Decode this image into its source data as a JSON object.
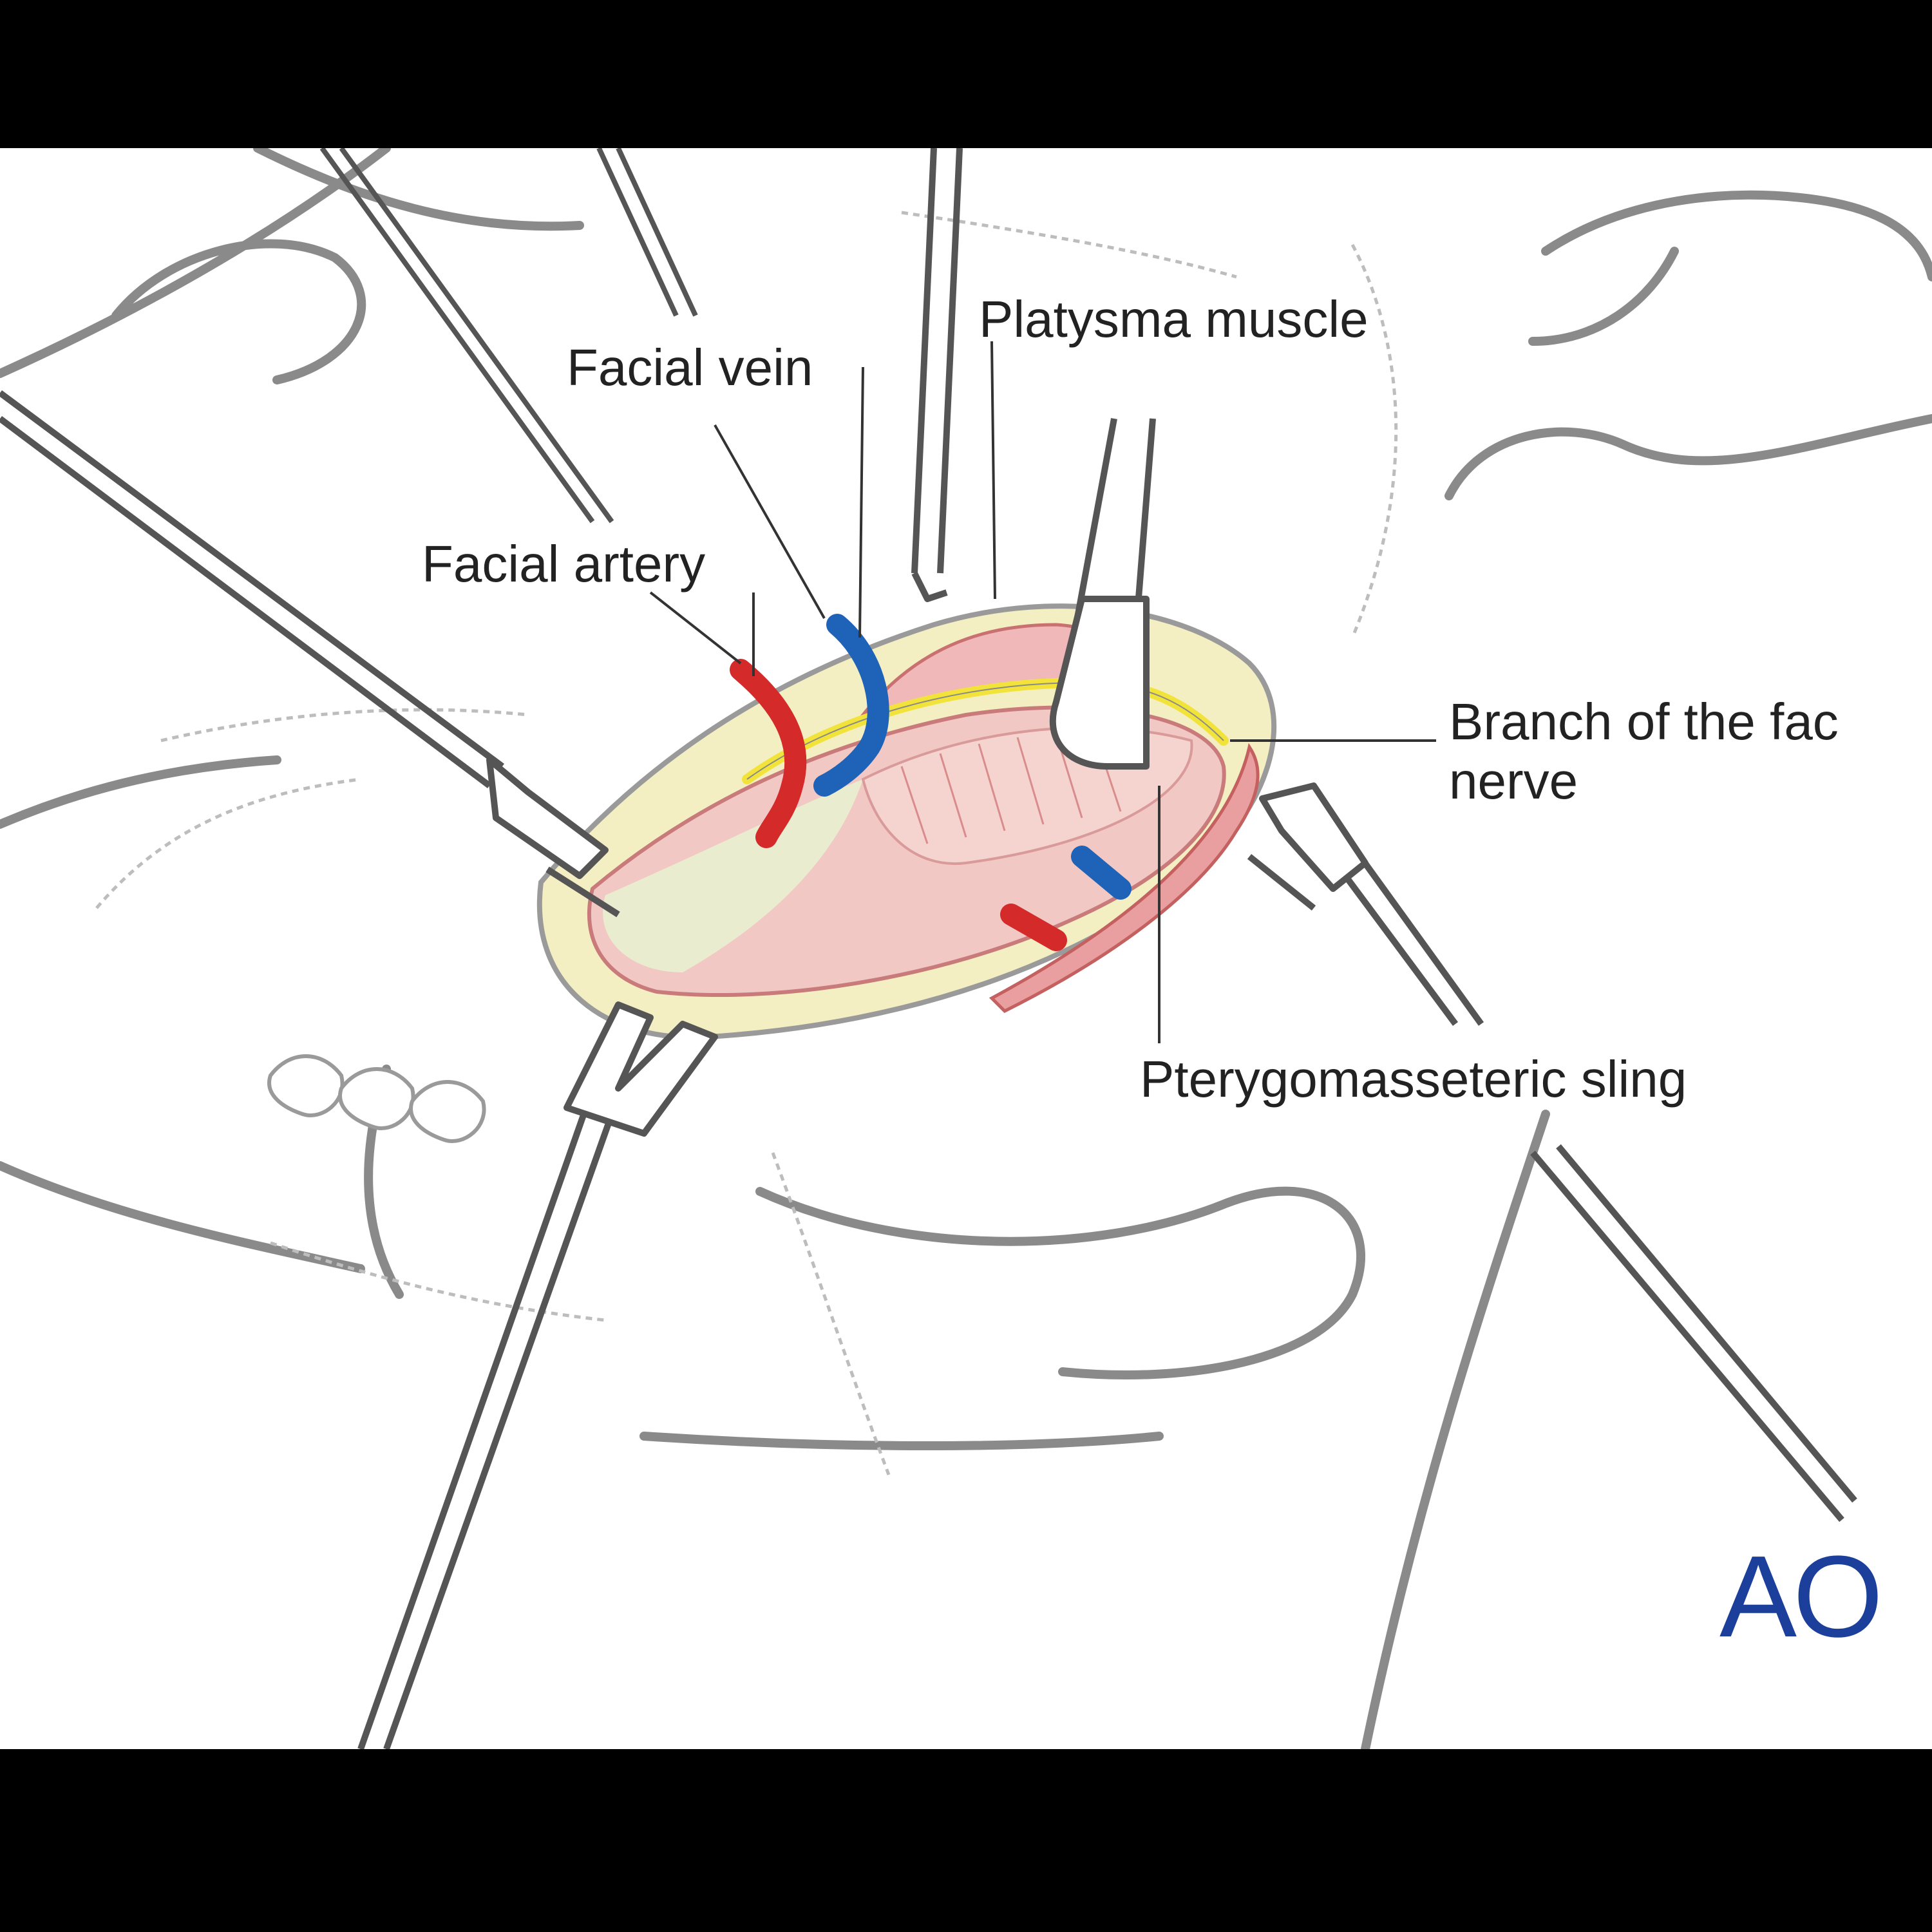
{
  "labels": {
    "facial_vein": "Facial vein",
    "platysma_muscle": "Platysma muscle",
    "facial_artery": "Facial artery",
    "branch_facial_nerve": "Branch of the fac nerve",
    "pterygomasseteric_sling": "Pterygomasseteric sling"
  },
  "logo": {
    "text": "AO",
    "color": "#1c3f9c"
  },
  "colors": {
    "artery": "#d42a2a",
    "vein": "#1e63b8",
    "nerve": "#f2e33a",
    "muscle": "#f2bcbc",
    "fat": "#f3edbf"
  }
}
